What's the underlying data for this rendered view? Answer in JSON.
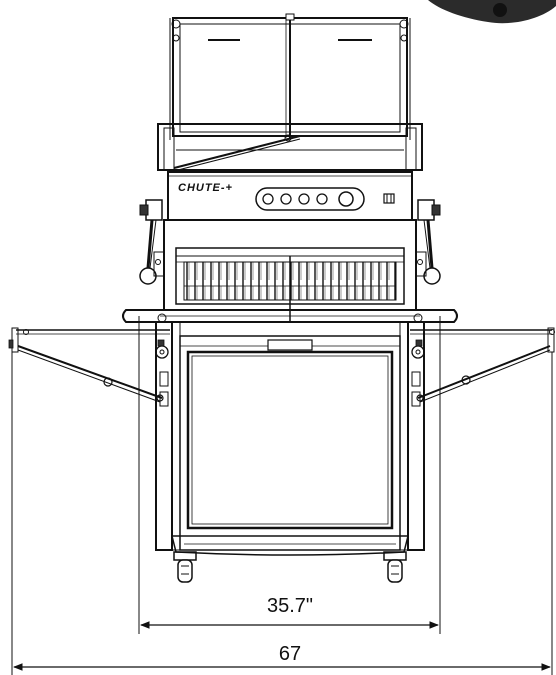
{
  "machine": {
    "brand_label": "CHUTE-+"
  },
  "dimensions": {
    "inner_width": "35.7\"",
    "overall_width": "67"
  },
  "colors": {
    "line": "#111111",
    "background": "#ffffff",
    "shade": "#333333"
  }
}
